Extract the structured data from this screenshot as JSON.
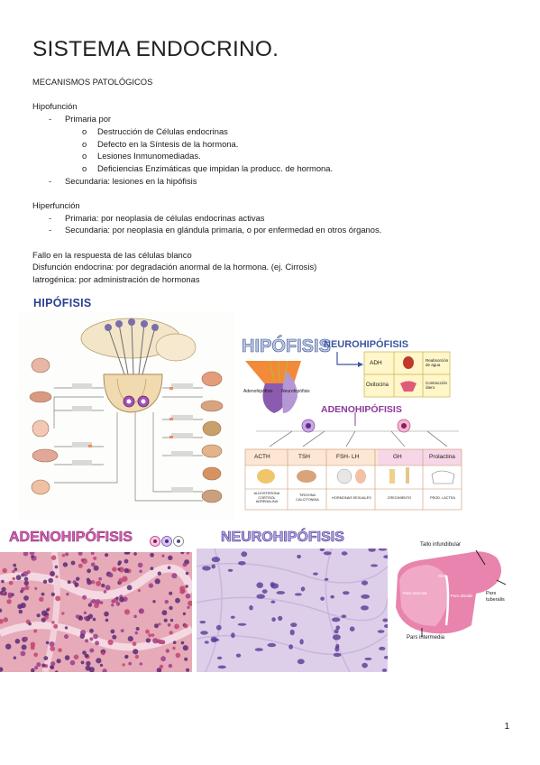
{
  "doc": {
    "title": "SISTEMA ENDOCRINO.",
    "section": "MECANISMOS PATOLÓGICOS",
    "hipofuncion": {
      "heading": "Hipofunción",
      "primaria": "Primaria por",
      "sub": [
        "Destrucción de Células endocrinas",
        "Defecto en la Síntesis de la hormona.",
        "Lesiones Inmunomediadas.",
        "Deficiencias Enzimáticas que impidan la producc. de hormona."
      ],
      "secundaria": "Secundaria: lesiones en la hipófisis"
    },
    "hiperfuncion": {
      "heading": "Hiperfunción",
      "items": [
        "Primaria: por neoplasia de células endocrinas activas",
        "Secundaria: por neoplasia en glándula primaria, o por enfermedad en otros órganos."
      ]
    },
    "otros": [
      "Fallo en la respuesta de las células blanco",
      "Disfunción endocrina: por degradación anormal de la hormona. (ej. Cirrosis)",
      "Iatrogénica: por administración de hormonas"
    ],
    "page_number": "1"
  },
  "figures": {
    "hipofisis_title": "HIPÓFISIS",
    "diagram2": {
      "title": "HIPÓFISIS",
      "neuro": "NEUROHIPÓFISIS",
      "adeno": "ADENOHIPÓFISIS",
      "label_adeno": "Adenohipófisis",
      "label_neuro": "Neurohipófisis",
      "adh": "ADH",
      "oxitocina": "Oxitocina",
      "adh_effect": "Reabsorción de agua",
      "oxi_effect": "Contracción útero",
      "hormones": [
        "ACTH",
        "TSH",
        "FSH- LH",
        "GH",
        "Prolactina"
      ],
      "effects": [
        "ALDOSTERONA CORTISOL ADRENALINA",
        "TIROXINA CALCITONINA",
        "HORMONAS SEXUALES",
        "CRECIMIENTO",
        "PROD. LÁCTEA"
      ]
    },
    "adeno_title": "ADENOHIPÓFISIS",
    "neuro_title": "NEUROHIPÓFISIS",
    "section_labels": {
      "tallo": "Tallo infundibular",
      "pars_tuberalis": "Pars tuberalis",
      "pars_intermedia": "Pars intermedia",
      "pars_nervosa": "Pars nervosa",
      "pars_distalis": "Pars distalis",
      "cleft": "Cleft"
    }
  }
}
